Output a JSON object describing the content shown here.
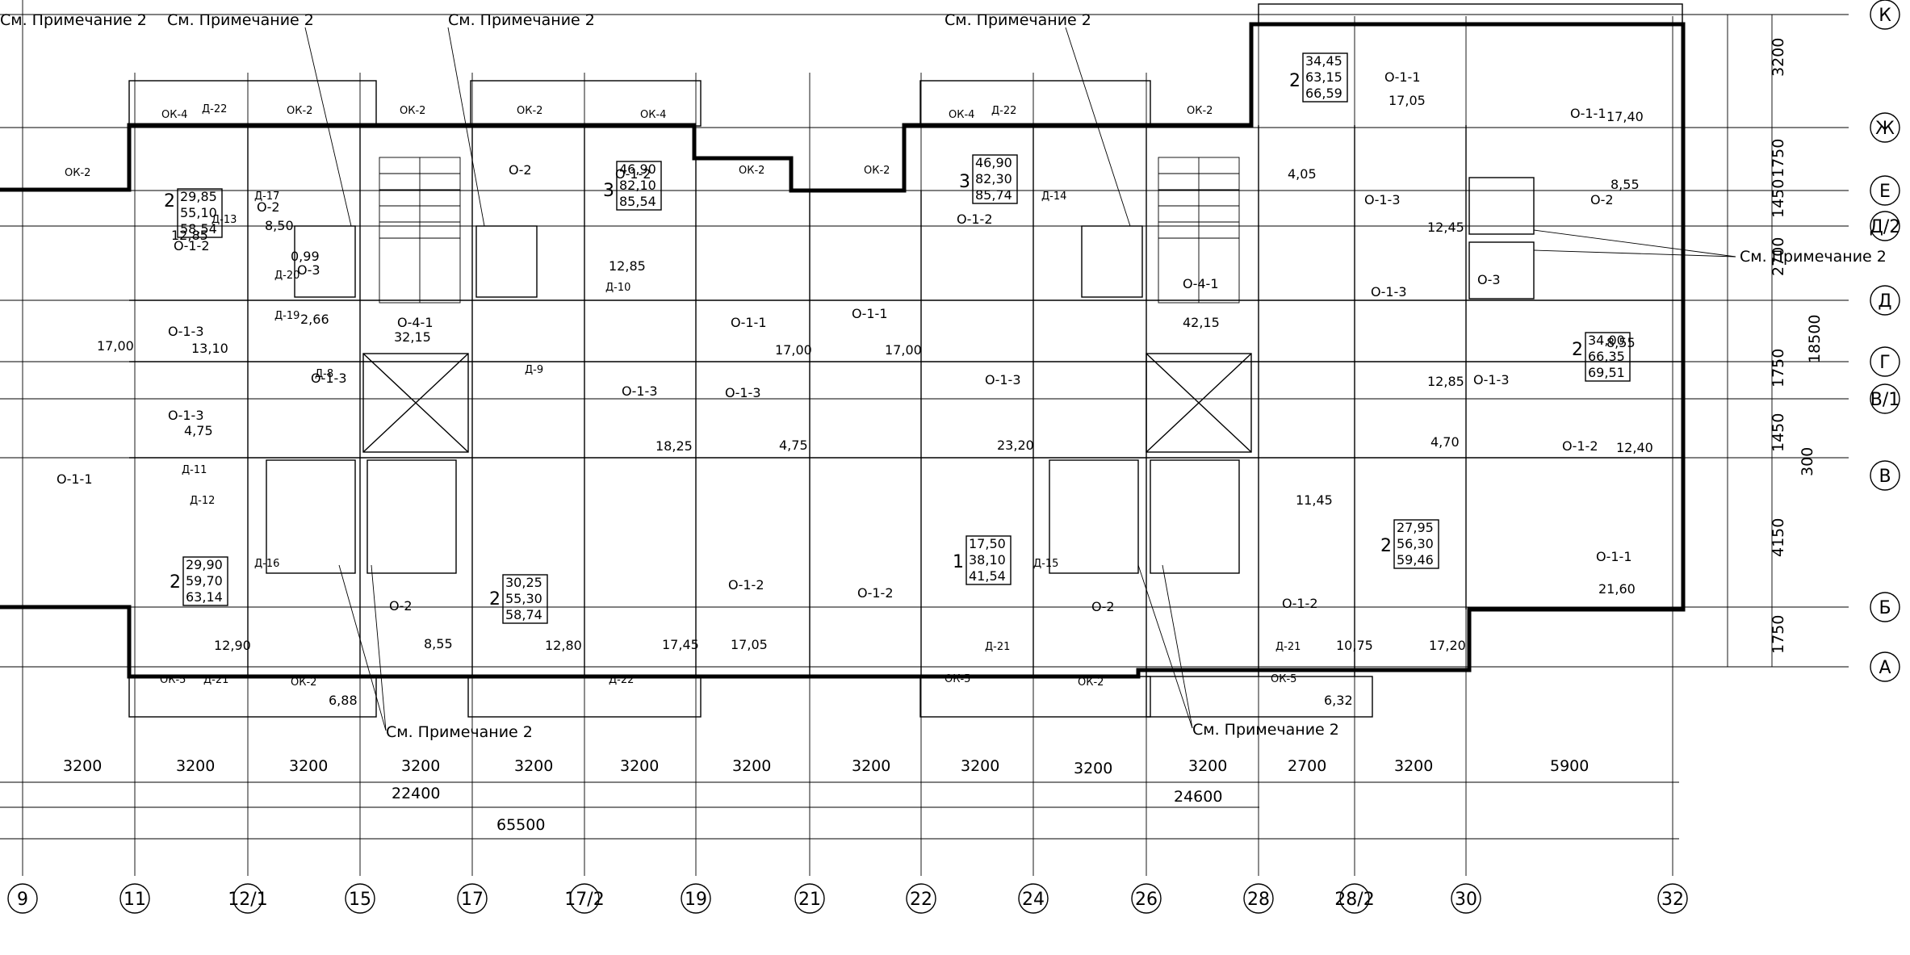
{
  "notes": [
    "См. Примечание 2",
    "См. Примечание 2",
    "См. Примечание 2",
    "См. Примечание 2",
    "См. Примечание 2",
    "См. Примечание 2",
    "См. Примечание 2"
  ],
  "bottom_spans": [
    "3200",
    "3200",
    "3200",
    "3200",
    "3200",
    "3200",
    "3200",
    "3200",
    "3200",
    "3200",
    "3200",
    "2700",
    "3200",
    "5900"
  ],
  "bottom_totals": [
    "22400",
    "24600",
    "65500"
  ],
  "col_axes": [
    "9",
    "11",
    "12/1",
    "15",
    "17",
    "17/2",
    "19",
    "21",
    "22",
    "24",
    "26",
    "28",
    "28/2",
    "30",
    "32"
  ],
  "row_axes": [
    "К",
    "Ж",
    "Е",
    "Д/2",
    "Д",
    "Г",
    "В/1",
    "В",
    "Б",
    "А"
  ],
  "right_dims": [
    "3200",
    "1750",
    "1450",
    "2700",
    "1750",
    "1450",
    "4150",
    "1750"
  ],
  "right_total": "18500",
  "right_extra": "300",
  "apartments": [
    {
      "rooms": "2",
      "a": "29,85",
      "b": "55,10",
      "c": "58,54"
    },
    {
      "rooms": "3",
      "a": "46,90",
      "b": "82,10",
      "c": "85,54"
    },
    {
      "rooms": "3",
      "a": "46,90",
      "b": "82,30",
      "c": "85,74"
    },
    {
      "rooms": "2",
      "a": "34,45",
      "b": "63,15",
      "c": "66,59"
    },
    {
      "rooms": "2",
      "a": "34,00",
      "b": "66,35",
      "c": "69,51"
    },
    {
      "rooms": "2",
      "a": "29,90",
      "b": "59,70",
      "c": "63,14"
    },
    {
      "rooms": "2",
      "a": "30,25",
      "b": "55,30",
      "c": "58,74"
    },
    {
      "rooms": "1",
      "a": "17,50",
      "b": "38,10",
      "c": "41,54"
    },
    {
      "rooms": "2",
      "a": "27,95",
      "b": "56,30",
      "c": "59,46"
    }
  ],
  "room_labels": [
    "О-1-1",
    "О-1-3",
    "О-1-3",
    "О-1-2",
    "О-2",
    "О-3",
    "О-4-1",
    "О-1-3",
    "О-1-2",
    "О-2",
    "О-1-3",
    "О-1-1",
    "О-1-3",
    "О-1-1",
    "О-1-2",
    "О-1-2",
    "О-2",
    "О-1-3",
    "О-1-2",
    "О-4-1",
    "О-1-1",
    "О-1-3",
    "О-1-2",
    "О-2",
    "О-1-3",
    "О-1-1",
    "О-1-2",
    "О-1-1",
    "О-1-3",
    "О-2",
    "О-3"
  ],
  "areas": [
    "17,00",
    "13,10",
    "4,75",
    "12,85",
    "8,50",
    "2,66",
    "0,99",
    "32,15",
    "12,85",
    "18,25",
    "17,00",
    "4,75",
    "17,00",
    "23,20",
    "42,15",
    "11,45",
    "12,85",
    "4,70",
    "12,45",
    "4,05",
    "17,05",
    "17,40",
    "8,55",
    "21,60",
    "12,40",
    "8,55",
    "10,75",
    "17,20",
    "17,05",
    "17,45",
    "12,90",
    "12,80",
    "8,55",
    "6,88",
    "6,32"
  ],
  "openings": [
    "ОК-2",
    "ОК-4",
    "Д-22",
    "ОК-2",
    "ОК-2",
    "ОК-2",
    "Д-21",
    "ОК-5",
    "ОК-2",
    "ОК-4",
    "Д-22",
    "ОК-2",
    "ОК-2",
    "ОК-2",
    "ОК-5",
    "Д-21",
    "ОК-2",
    "ОК-4",
    "Д-22",
    "Д-21",
    "ОК-5",
    "Д-13",
    "Д-17",
    "Д-20",
    "Д-19",
    "Д-16",
    "Д-12",
    "Д-10",
    "Д-11",
    "Д-9",
    "Д-8",
    "Д-14",
    "Д-15"
  ]
}
